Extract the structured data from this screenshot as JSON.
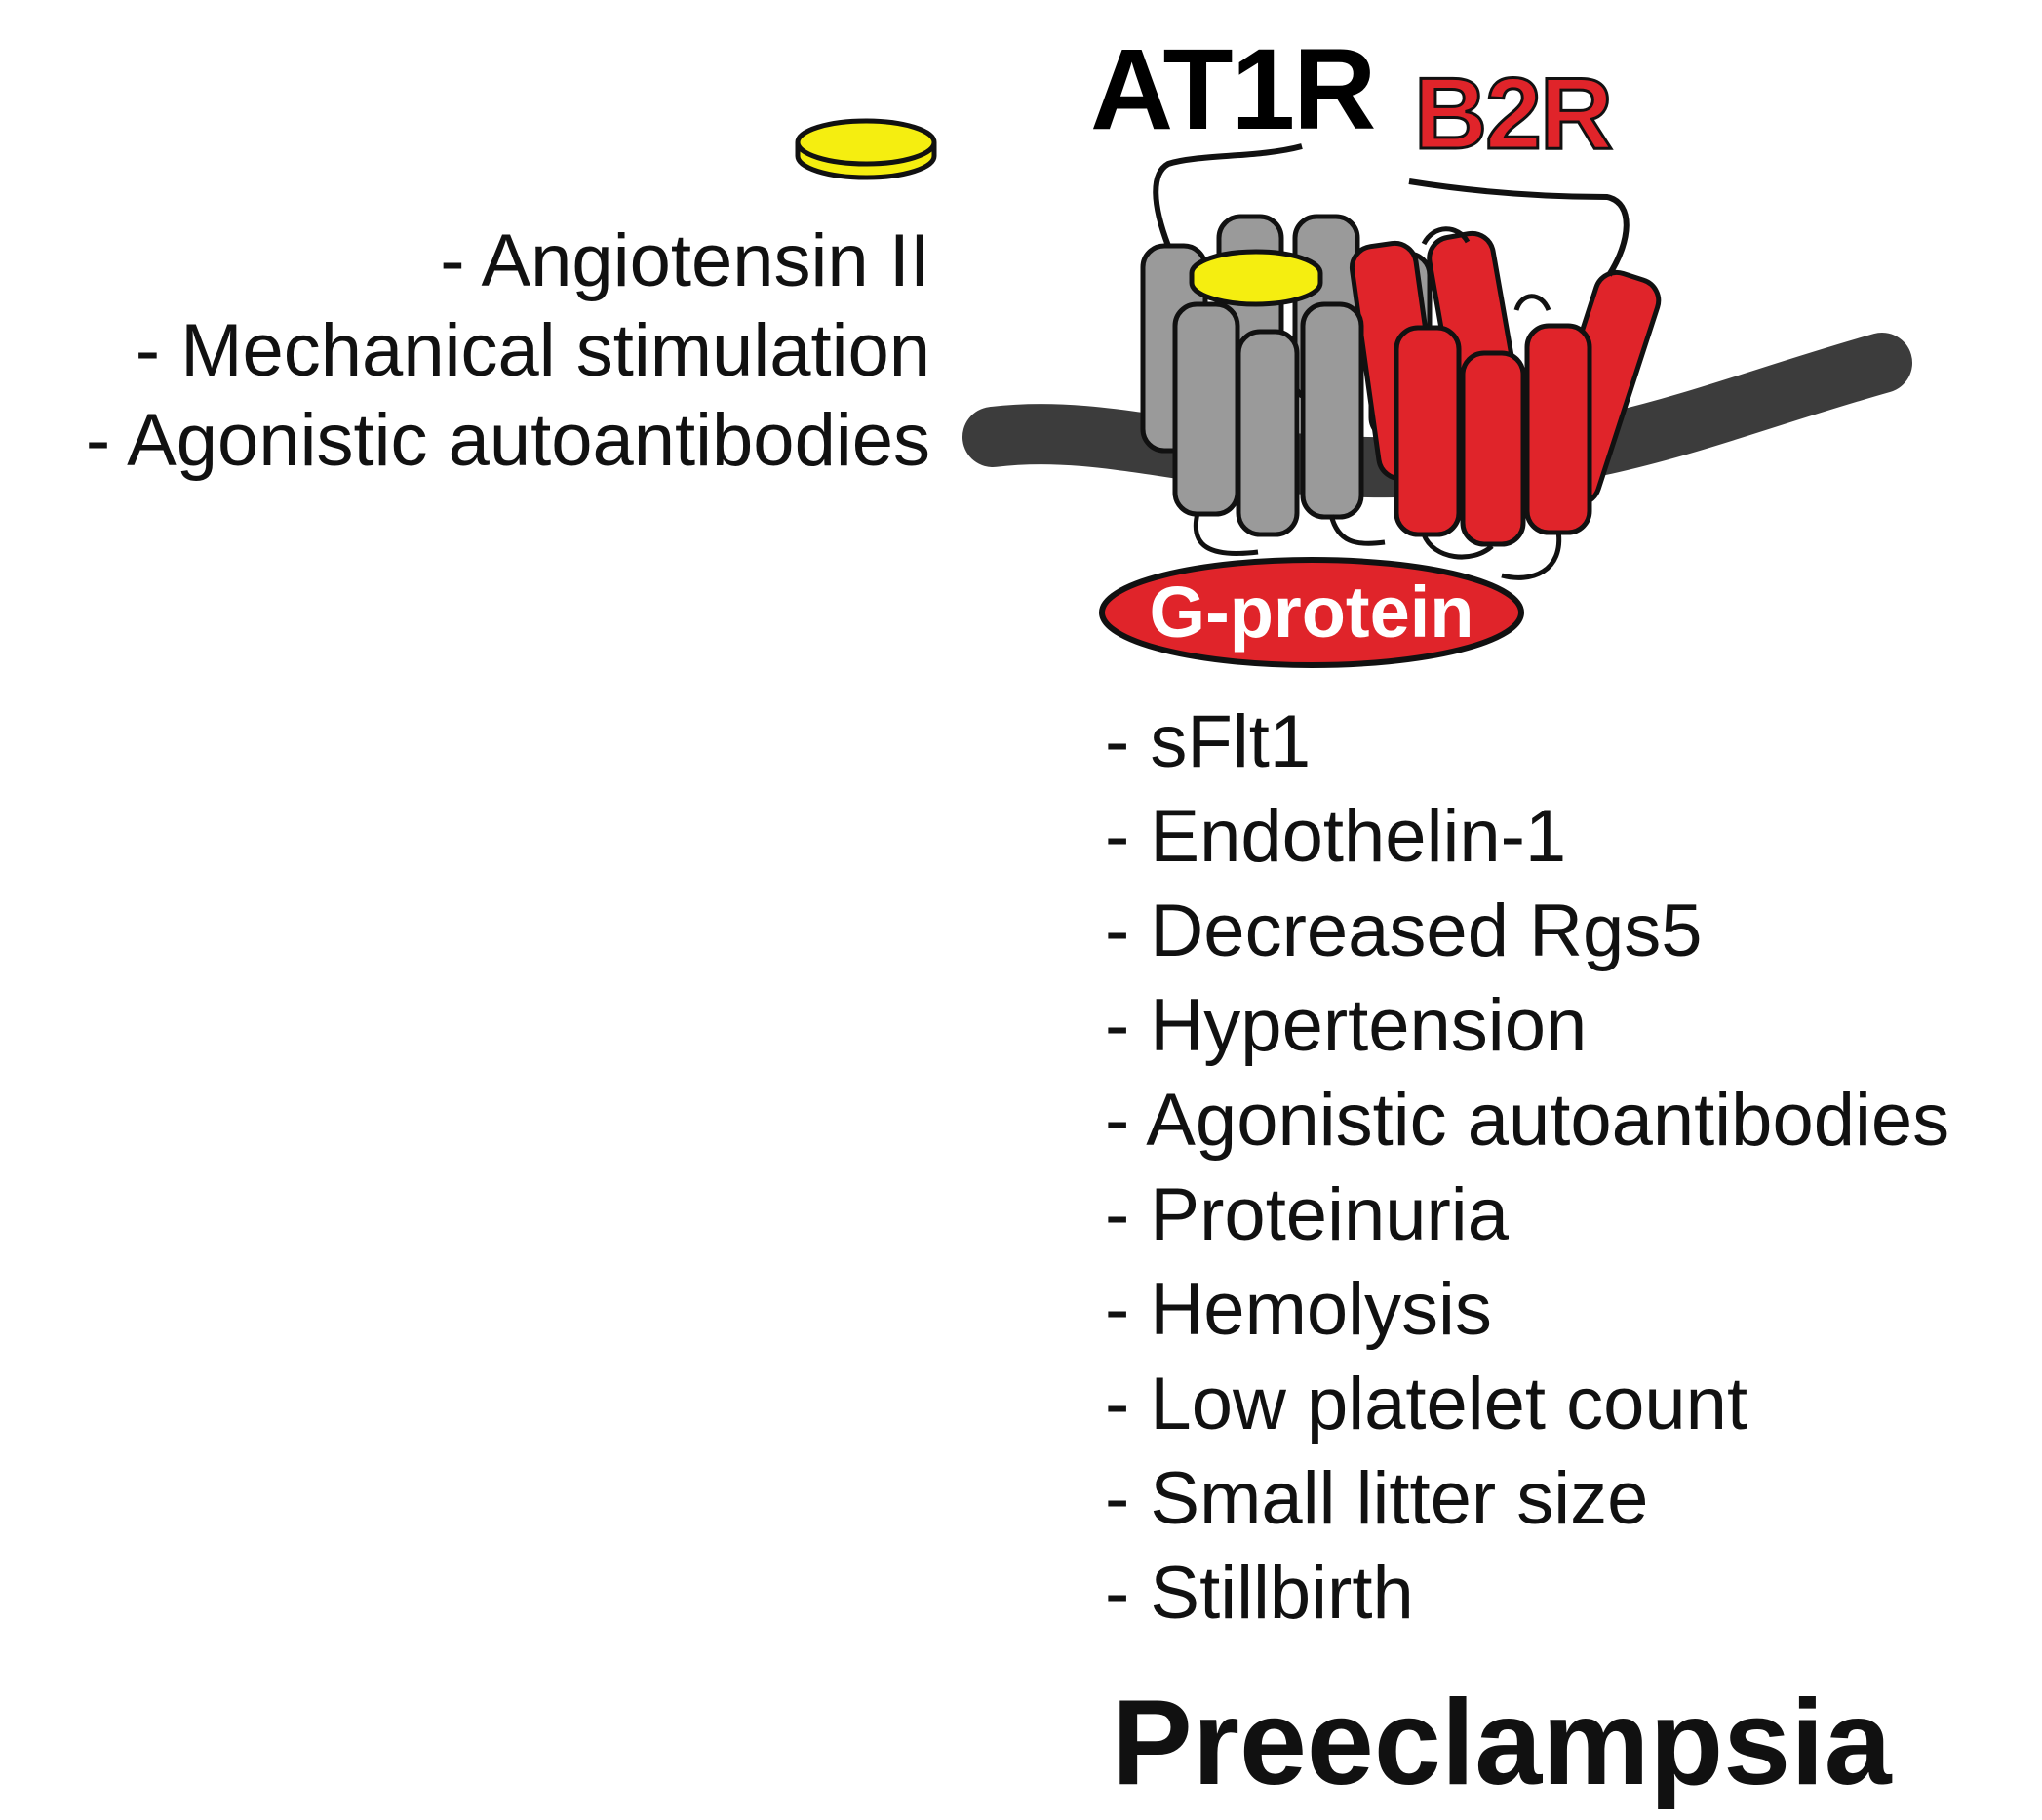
{
  "colors": {
    "ligand": "#f5ee10",
    "at1r_helix": "#9a9a9a",
    "b2r_helix": "#e0242a",
    "membrane": "#3c3c3c",
    "g_protein": "#e0242a",
    "b2r_label": "#e0242a"
  },
  "receptors": {
    "at1r_label": "AT1R",
    "b2r_label": "B2R",
    "g_protein_label": "G-protein"
  },
  "stimuli": [
    "- Angiotensin II",
    "- Mechanical stimulation",
    "- Agonistic autoantibodies"
  ],
  "effects": [
    "- sFlt1",
    "- Endothelin-1",
    "- Decreased Rgs5",
    "- Hypertension",
    "- Agonistic autoantibodies",
    "- Proteinuria",
    "- Hemolysis",
    "- Low platelet count",
    "- Small litter size",
    "- Stillbirth"
  ],
  "outcome": "Preeclampsia"
}
